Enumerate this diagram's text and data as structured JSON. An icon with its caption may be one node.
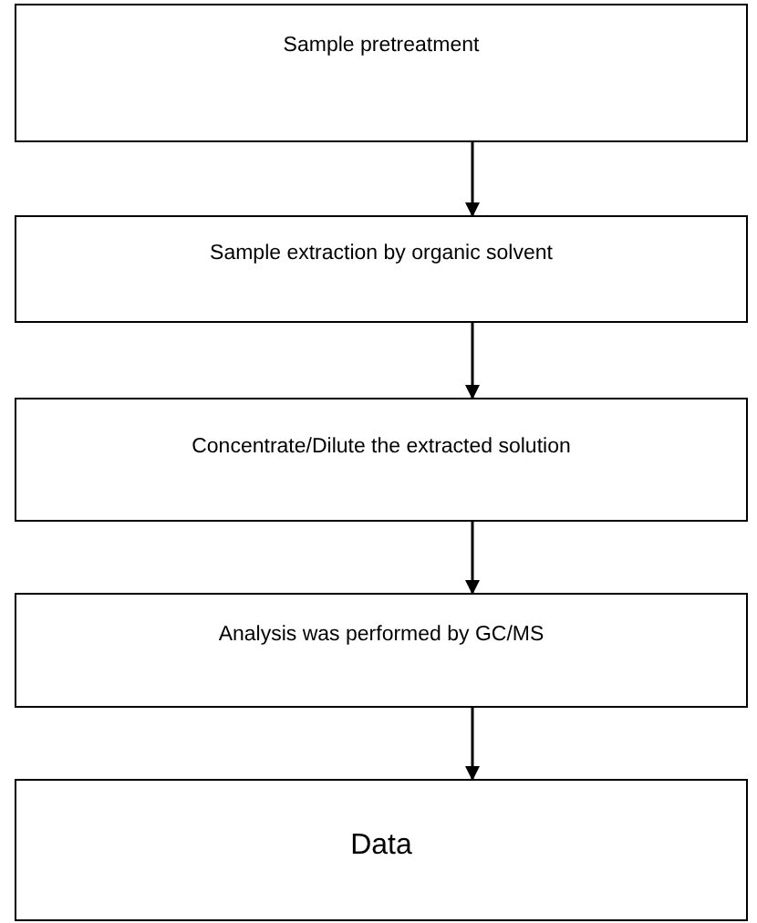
{
  "diagram": {
    "nodes": [
      {
        "text": [
          "Sample pretreatment"
        ]
      },
      {
        "text": [
          "Sample extraction by organic solvent"
        ]
      },
      {
        "text": [
          "Concentrate/Dilute the extracted solution"
        ]
      },
      {
        "text": [
          "Analysis was performed by GC/MS"
        ]
      },
      {
        "text": [
          "Data"
        ]
      }
    ],
    "edges": [
      {
        "from": 0,
        "to": 1,
        "arrow": "to"
      },
      {
        "from": 1,
        "to": 2,
        "arrow": "to"
      },
      {
        "from": 2,
        "to": 3,
        "arrow": "to"
      },
      {
        "from": 3,
        "to": 4,
        "arrow": "to"
      }
    ]
  }
}
